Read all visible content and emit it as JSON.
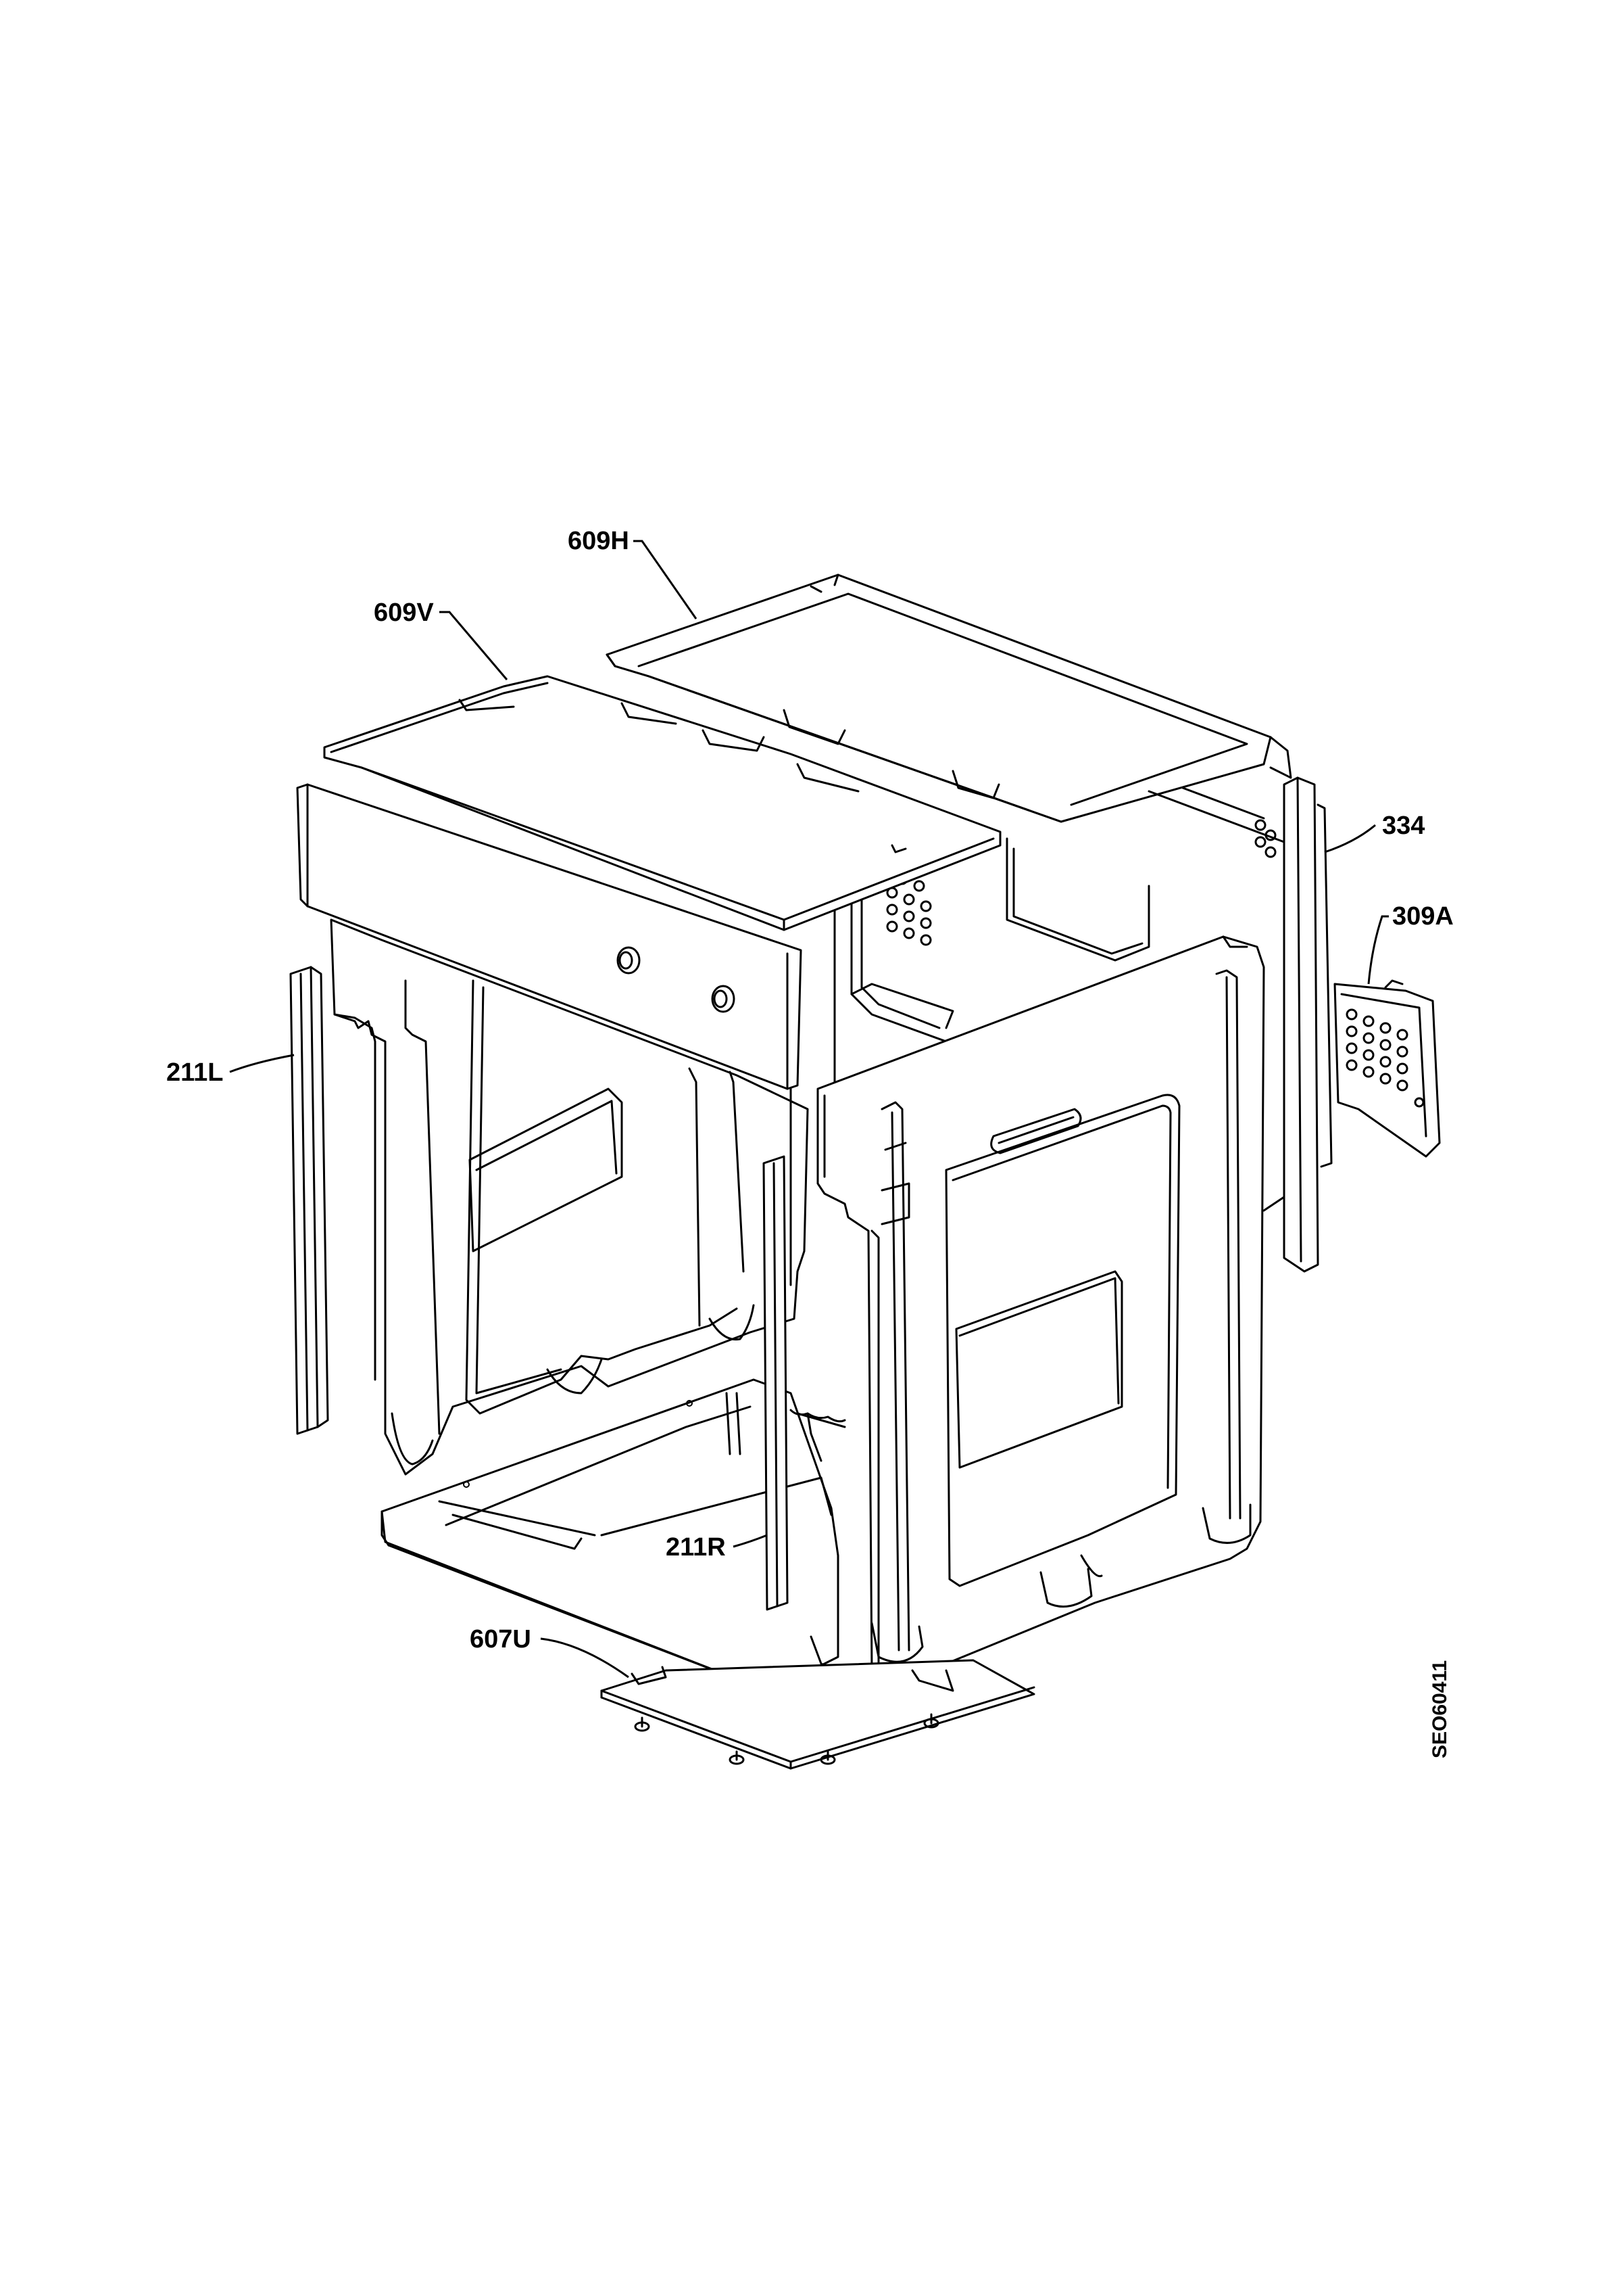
{
  "diagram": {
    "labels": {
      "top_panel_rear": "609H",
      "top_panel_front": "609V",
      "rear_insulation": "334",
      "rear_cover": "309A",
      "left_strip": "211L",
      "right_strip": "211R",
      "bottom_panel": "607U"
    },
    "drawing_code": "SEO60411"
  }
}
